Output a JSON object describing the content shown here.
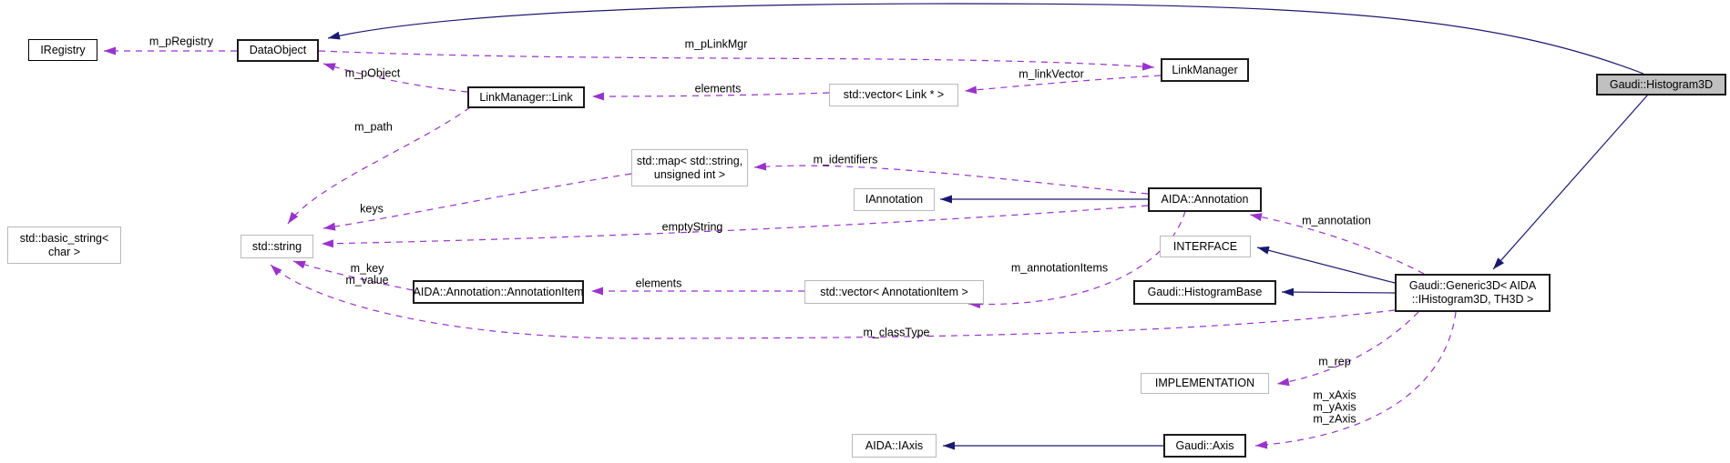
{
  "diagram": {
    "kind": "doxygen-collaboration-graph",
    "colors": {
      "inheritance_edge": "#191970",
      "usage_edge": "#9a32cd",
      "selected_node_fill": "#c0c0c0",
      "node_fill": "#ffffff",
      "node_border_gray": "#b9b9b9",
      "node_border_black": "#000000"
    },
    "nodes": {
      "iregistry": {
        "label": "IRegistry"
      },
      "dataobject": {
        "label": "DataObject"
      },
      "linkmanager_link": {
        "label": "LinkManager::Link"
      },
      "vector_link": {
        "label": "std::vector< Link * >"
      },
      "linkmanager": {
        "label": "LinkManager"
      },
      "map_string_uint": {
        "label": "std::map< std::string,\nunsigned int >"
      },
      "iannotation": {
        "label": "IAnnotation"
      },
      "aida_annotation": {
        "label": "AIDA::Annotation"
      },
      "basic_string": {
        "label": "std::basic_string<\nchar >"
      },
      "std_string": {
        "label": "std::string"
      },
      "interface": {
        "label": "INTERFACE"
      },
      "histogrambase": {
        "label": "Gaudi::HistogramBase"
      },
      "generic3d": {
        "label": "Gaudi::Generic3D< AIDA\n::IHistogram3D, TH3D >"
      },
      "annotationitem": {
        "label": "AIDA::Annotation::AnnotationItem"
      },
      "vector_annotationitem": {
        "label": "std::vector< AnnotationItem >"
      },
      "implementation": {
        "label": "IMPLEMENTATION"
      },
      "aida_iaxis": {
        "label": "AIDA::IAxis"
      },
      "gaudi_axis": {
        "label": "Gaudi::Axis"
      },
      "histogram3d": {
        "label": "Gaudi::Histogram3D"
      }
    },
    "edge_labels": {
      "m_pregistry": "m_pRegistry",
      "m_plinkmgr": "m_pLinkMgr",
      "m_pobject": "m_pObject",
      "elements_top": "elements",
      "m_linkvector": "m_linkVector",
      "m_path": "m_path",
      "m_identifiers": "m_identifiers",
      "keys": "keys",
      "emptystring": "emptyString",
      "m_annotation": "m_annotation",
      "m_key_m_value": "m_key\nm_value",
      "elements_bottom": "elements",
      "m_annotationitems": "m_annotationItems",
      "m_classtype": "m_classType",
      "m_rep": "m_rep",
      "m_axes": "m_xAxis\nm_yAxis\nm_zAxis"
    }
  }
}
